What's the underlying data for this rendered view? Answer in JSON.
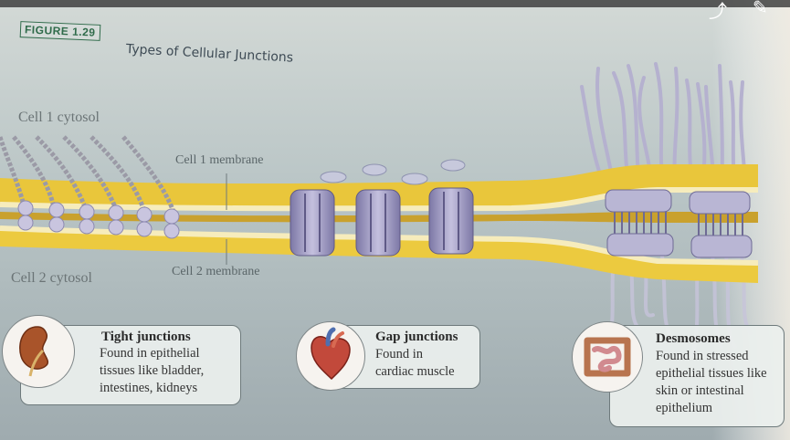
{
  "figure": {
    "number": "FIGURE 1.29",
    "title": "Types of Cellular Junctions"
  },
  "labels": {
    "cell1_cytosol": "Cell 1 cytosol",
    "cell2_cytosol": "Cell 2 cytosol",
    "cell1_membrane": "Cell 1 membrane",
    "cell2_membrane": "Cell 2 membrane"
  },
  "panels": [
    {
      "icon": "kidney-icon",
      "title": "Tight junctions",
      "lines": [
        "Found in epithelial",
        "tissues like bladder,",
        "intestines, kidneys"
      ]
    },
    {
      "icon": "heart-icon",
      "title": "Gap junctions",
      "lines": [
        "Found in",
        "cardiac muscle"
      ]
    },
    {
      "icon": "intestine-icon",
      "title": "Desmosomes",
      "lines": [
        "Found in stressed",
        "epithelial tissues like",
        "skin or intestinal",
        "epithelium"
      ]
    }
  ],
  "colors": {
    "membrane_yellow": "#e8c53a",
    "membrane_pale": "#f4e9b0",
    "protein_lavender": "#b9b6d4",
    "protein_dark": "#6e6a95",
    "bead": "#c9c5df"
  },
  "overlay_icons": [
    "share-icon",
    "edit-pencil-icon"
  ]
}
